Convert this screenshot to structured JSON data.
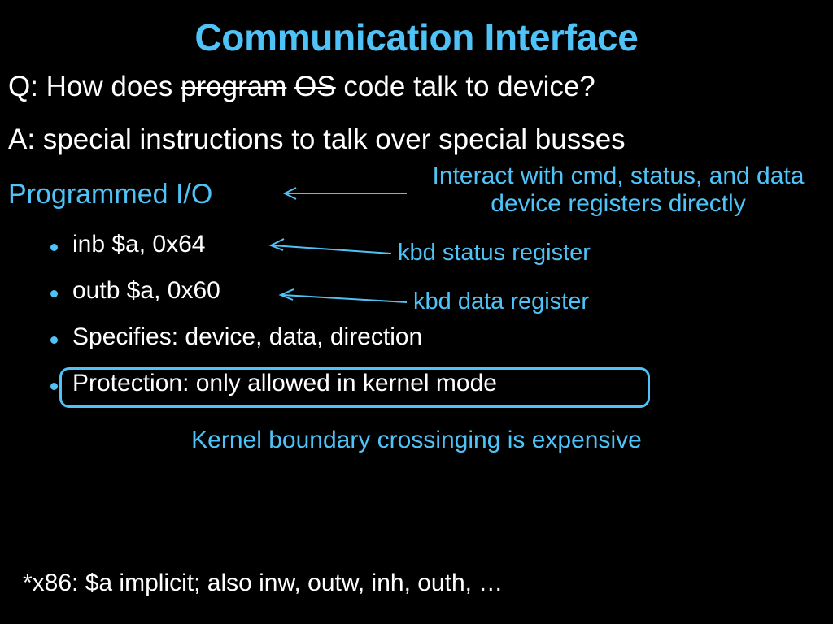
{
  "slide": {
    "background_color": "#000000",
    "accent_color": "#4FC3F7",
    "text_color": "#FFFFFF",
    "title": "Communication Interface",
    "question": {
      "prefix": "Q: How does ",
      "struck_1": "program",
      "gap_1": "  ",
      "struck_2": "OS",
      "suffix": " code talk to device?"
    },
    "answer": "A: special instructions to talk over special busses",
    "section_heading": "Programmed I/O",
    "bullets": [
      {
        "text": "inb $a, 0x64"
      },
      {
        "text": "outb $a, 0x60"
      },
      {
        "text": "Specifies: device, data, direction"
      },
      {
        "text": "Protection: only allowed in kernel mode",
        "boxed": true
      }
    ],
    "annotations": {
      "interact": "Interact with cmd, status, and data device registers directly",
      "kbd_status": "kbd status register",
      "kbd_data": "kbd data register",
      "kernel_cost": "Kernel boundary crossinging is expensive"
    },
    "footnote": "*x86: $a implicit; also inw, outw, inh, outh, …"
  }
}
